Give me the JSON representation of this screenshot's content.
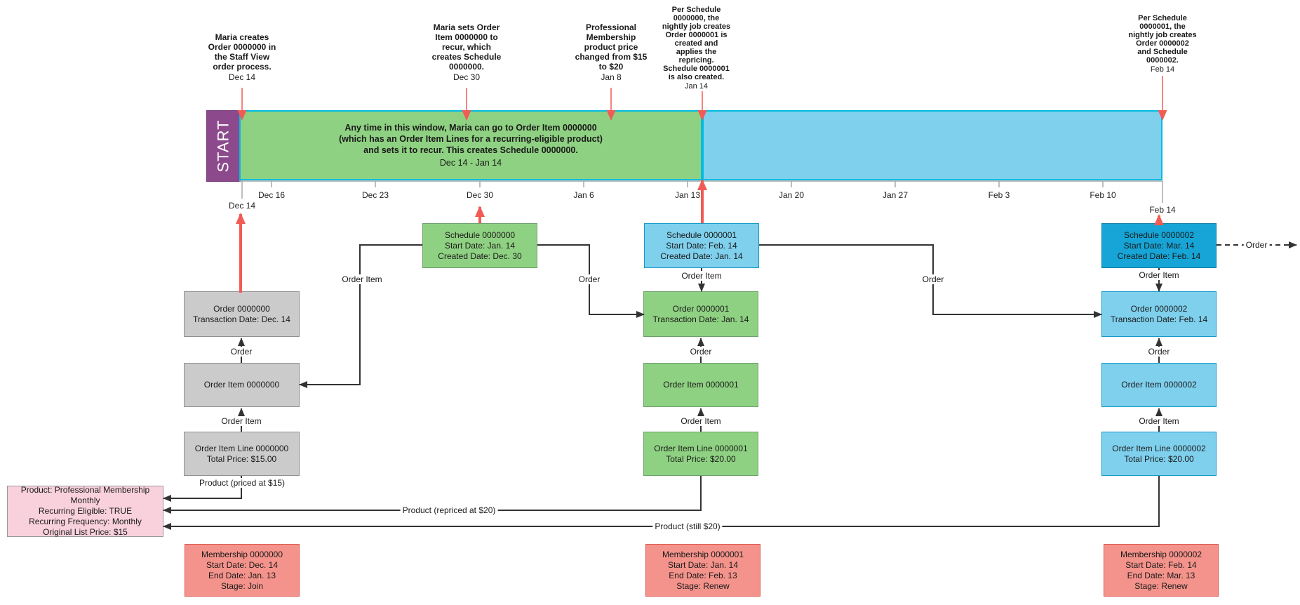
{
  "colors": {
    "purple": "#8C4A8C",
    "green": "#8FD182",
    "blue": "#7FD0ED",
    "dblue": "#16A5D6",
    "cyan": "#00BCE0",
    "graybox": "#CBCBCB",
    "pink": "#F9D1DD",
    "salmon": "#F4938B",
    "red": "#F15B55"
  },
  "annotations": [
    {
      "text": "Maria creates\nOrder 0000000 in\nthe Staff View\norder process.",
      "date": "Dec 14"
    },
    {
      "text": "Maria sets Order\nItem 0000000 to\nrecur, which\ncreates Schedule\n0000000.",
      "date": "Dec 30"
    },
    {
      "text": "Professional\nMembership\nproduct price\nchanged from $15\nto $20",
      "date": "Jan 8"
    },
    {
      "text": "Per Schedule\n0000000, the\nnightly job creates\nOrder 0000001 is\ncreated and\napplies the\nrepricing.\nSchedule 0000001\nis also created.",
      "date": "Jan 14"
    },
    {
      "text": "Per Schedule\n0000001, the\nnightly job creates\nOrder 0000002\nand Schedule\n0000002.",
      "date": "Feb 14"
    }
  ],
  "timeline": {
    "start_label": "START",
    "window_text": "Any time in this window, Maria can go to Order Item 0000000\n(which has an Order Item Lines for a recurring-eligible product)\nand sets it to recur. This creates Schedule 0000000.",
    "window_range": "Dec 14 - Jan 14"
  },
  "axis": {
    "start": "Dec 14",
    "ticks": [
      "Dec 16",
      "Dec 23",
      "Dec 30",
      "Jan 6",
      "Jan 13",
      "Jan 20",
      "Jan 27",
      "Feb 3",
      "Feb 10"
    ],
    "end": "Feb 14"
  },
  "boxes": {
    "schedules": [
      "Schedule 0000000\nStart Date: Jan. 14\nCreated Date: Dec. 30",
      "Schedule 0000001\nStart Date: Feb. 14\nCreated Date: Jan. 14",
      "Schedule 0000002\nStart Date: Mar. 14\nCreated Date: Feb. 14"
    ],
    "orders": [
      "Order 0000000\nTransaction Date: Dec. 14",
      "Order 0000001\nTransaction Date: Jan. 14",
      "Order 0000002\nTransaction Date: Feb. 14"
    ],
    "order_items": [
      "Order Item 0000000",
      "Order Item 0000001",
      "Order Item 0000002"
    ],
    "order_item_lines": [
      "Order Item Line 0000000\nTotal Price: $15.00",
      "Order Item Line 0000001\nTotal Price: $20.00",
      "Order Item Line 0000002\nTotal Price: $20.00"
    ],
    "product": "Product: Professional Membership Monthly\nRecurring Eligible: TRUE\nRecurring Frequency: Monthly\nOriginal List Price: $15",
    "memberships": [
      "Membership 0000000\nStart Date: Dec. 14\nEnd Date: Jan. 13\nStage: Join",
      "Membership 0000001\nStart Date: Jan. 14\nEnd Date: Feb. 13\nStage: Renew",
      "Membership 0000002\nStart Date: Feb. 14\nEnd Date: Mar. 13\nStage: Renew"
    ]
  },
  "edge_labels": {
    "order": "Order",
    "order_item": "Order Item",
    "product_priced": "Product (priced at $15)",
    "product_repriced": "Product (repriced at $20)",
    "product_still": "Product (still $20)"
  }
}
